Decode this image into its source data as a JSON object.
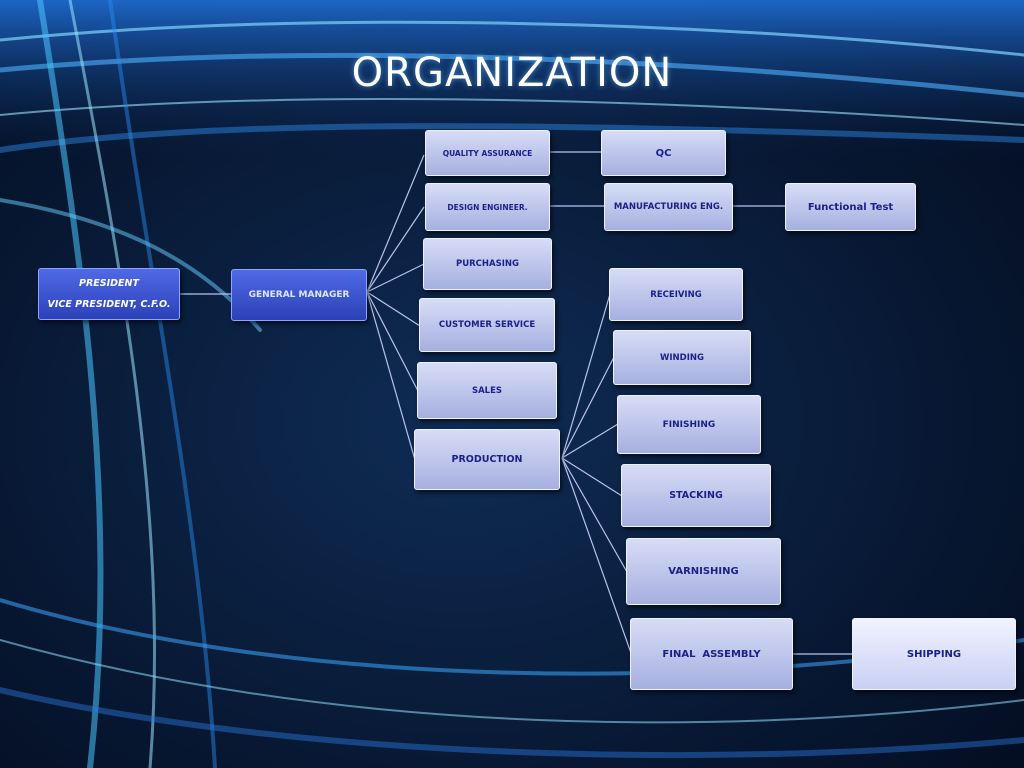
{
  "title": "ORGANIZATION",
  "nodes": {
    "president": "PRESIDENT",
    "vice_president": "VICE PRESIDENT, C.F.O.",
    "general_manager": "GENERAL MANAGER",
    "quality_assurance": "QUALITY ASSURANCE",
    "qc": "QC",
    "design_engineer": "DESIGN ENGINEER.",
    "manufacturing_eng": "MANUFACTURING ENG.",
    "functional_test": "Functional Test",
    "purchasing": "PURCHASING",
    "customer_service": "CUSTOMER SERVICE",
    "sales": "SALES",
    "production": "PRODUCTION",
    "receiving": "RECEIVING",
    "winding": "WINDING",
    "finishing": "FINISHING",
    "stacking": "STACKING",
    "varnishing": "VARNISHING",
    "final_assembly": "FINAL  ASSEMBLY",
    "shipping": "SHIPPING"
  }
}
